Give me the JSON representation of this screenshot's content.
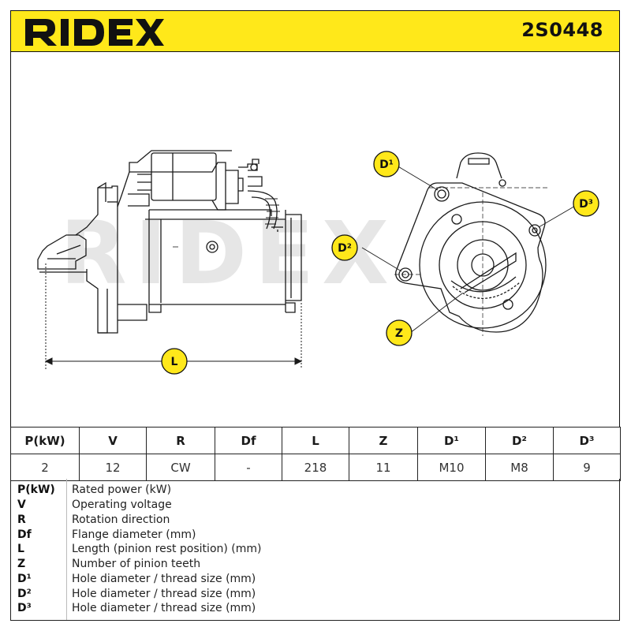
{
  "brand": {
    "name": "RIDEX"
  },
  "part_number": "2S0448",
  "drawing": {
    "watermark": "RIDEX",
    "side_view_label": "L",
    "callouts": {
      "d1": "D¹",
      "d2": "D²",
      "d3": "D³",
      "z": "Z"
    }
  },
  "spec_table": {
    "headers": [
      "P(kW)",
      "V",
      "R",
      "Df",
      "L",
      "Z",
      "D¹",
      "D²",
      "D³"
    ],
    "values": [
      "2",
      "12",
      "CW",
      "-",
      "218",
      "11",
      "M10",
      "M8",
      "9"
    ]
  },
  "legend": [
    {
      "symbol": "P(kW)",
      "description": "Rated power (kW)"
    },
    {
      "symbol": "V",
      "description": "Operating voltage"
    },
    {
      "symbol": "R",
      "description": "Rotation direction"
    },
    {
      "symbol": "Df",
      "description": "Flange diameter (mm)"
    },
    {
      "symbol": "L",
      "description": "Length (pinion rest position) (mm)"
    },
    {
      "symbol": "Z",
      "description": "Number of pinion teeth"
    },
    {
      "symbol": "D¹",
      "description": "Hole diameter / thread size (mm)"
    },
    {
      "symbol": "D²",
      "description": "Hole diameter / thread size (mm)"
    },
    {
      "symbol": "D³",
      "description": "Hole diameter / thread size (mm)"
    }
  ],
  "colors": {
    "header_bg": "#ffe81a",
    "badge_bg": "#ffe81a",
    "line": "#1a1a1a",
    "watermark": "#e6e6e6"
  }
}
